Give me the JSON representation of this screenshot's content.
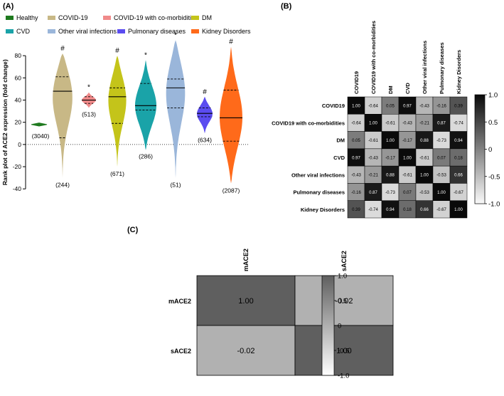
{
  "chart_data": [
    {
      "panel": "(A)",
      "type": "violin",
      "ylabel": "Rank plot of ACE2 expression (fold change)",
      "ylim": [
        -45,
        100
      ],
      "yticks": [
        -40,
        -20,
        0,
        20,
        40,
        60,
        80
      ],
      "baseline": 0,
      "legend": [
        {
          "name": "Healthy",
          "color": "#1f7a1f"
        },
        {
          "name": "COVID-19",
          "color": "#c8b886"
        },
        {
          "name": "COVID-19 with co-morbidities",
          "color": "#f08a8a"
        },
        {
          "name": "DM",
          "color": "#c4c41a"
        },
        {
          "name": "CVD",
          "color": "#1aa3a8"
        },
        {
          "name": "Other viral infections",
          "color": "#9ab6da"
        },
        {
          "name": "Pulmonary diseases",
          "color": "#5b4cf0"
        },
        {
          "name": "Kidney Disorders",
          "color": "#ff6a1a"
        }
      ],
      "series": [
        {
          "name": "Healthy",
          "n": "(3040)",
          "min": 17,
          "max": 19,
          "median": 18,
          "q1": 18,
          "q3": 18,
          "marker": "",
          "shape": "diamond"
        },
        {
          "name": "COVID-19",
          "n": "(244)",
          "min": -30,
          "max": 82,
          "median": 48,
          "q1": 6,
          "q3": 61,
          "marker": "#"
        },
        {
          "name": "COVID-19 with co-morbidities",
          "n": "(513)",
          "min": 33,
          "max": 47,
          "median": 40,
          "q1": 37,
          "q3": 43,
          "marker": "*"
        },
        {
          "name": "DM",
          "n": "(671)",
          "min": -20,
          "max": 80,
          "median": 43,
          "q1": 19,
          "q3": 51,
          "marker": "#"
        },
        {
          "name": "CVD",
          "n": "(286)",
          "min": -5,
          "max": 76,
          "median": 35,
          "q1": 31,
          "q3": 55,
          "marker": "*"
        },
        {
          "name": "Other viral infections",
          "n": "(51)",
          "min": -30,
          "max": 94,
          "median": 51,
          "q1": 33,
          "q3": 59,
          "marker": "*"
        },
        {
          "name": "Pulmonary diseases",
          "n": "(634)",
          "min": 10,
          "max": 43,
          "median": 28,
          "q1": 25,
          "q3": 33,
          "marker": "#"
        },
        {
          "name": "Kidney Disorders",
          "n": "(2087)",
          "min": -35,
          "max": 88,
          "median": 24,
          "q1": 3,
          "q3": 49,
          "marker": "#"
        }
      ]
    },
    {
      "panel": "(B)",
      "type": "heatmap",
      "rows": [
        "COVID19",
        "COVID19 with co-morbidities",
        "DM",
        "CVD",
        "Other viral infections",
        "Pulmonary diseases",
        "Kidney Disorders"
      ],
      "columns": [
        "COVID19",
        "COVID19 with co-morbidities",
        "DM",
        "CVD",
        "Other viral infections",
        "Pulmonary diseases",
        "Kidney Disorders"
      ],
      "values": [
        [
          1.0,
          -0.64,
          0.05,
          0.97,
          -0.43,
          -0.16,
          0.39
        ],
        [
          -0.64,
          1.0,
          -0.61,
          -0.43,
          -0.21,
          0.87,
          -0.74
        ],
        [
          0.05,
          -0.61,
          1.0,
          -0.17,
          0.88,
          -0.73,
          0.94
        ],
        [
          0.97,
          -0.43,
          -0.17,
          1.0,
          -0.61,
          0.07,
          0.18
        ],
        [
          -0.43,
          -0.21,
          0.88,
          -0.61,
          1.0,
          -0.53,
          0.66
        ],
        [
          -0.16,
          0.87,
          -0.73,
          0.07,
          -0.53,
          1.0,
          -0.67
        ],
        [
          0.39,
          -0.74,
          0.94,
          0.18,
          0.66,
          -0.67,
          1.0
        ]
      ],
      "colorbar": {
        "ticks": [
          1.0,
          0.5,
          0,
          -0.5,
          -1.0
        ],
        "labels": [
          "1.0",
          "0.5",
          "0",
          "-0.5",
          "-1.0"
        ]
      }
    },
    {
      "panel": "(C)",
      "type": "heatmap",
      "rows": [
        "mACE2",
        "sACE2"
      ],
      "columns": [
        "mACE2",
        "sACE2"
      ],
      "values": [
        [
          1.0,
          -0.02
        ],
        [
          -0.02,
          1.0
        ]
      ],
      "colorbar": {
        "ticks": [
          1.0,
          0.5,
          0,
          -0.5,
          -1.0
        ],
        "labels": [
          "1.0",
          "0.5",
          "0",
          "-0.5",
          "-1.0"
        ]
      }
    }
  ]
}
